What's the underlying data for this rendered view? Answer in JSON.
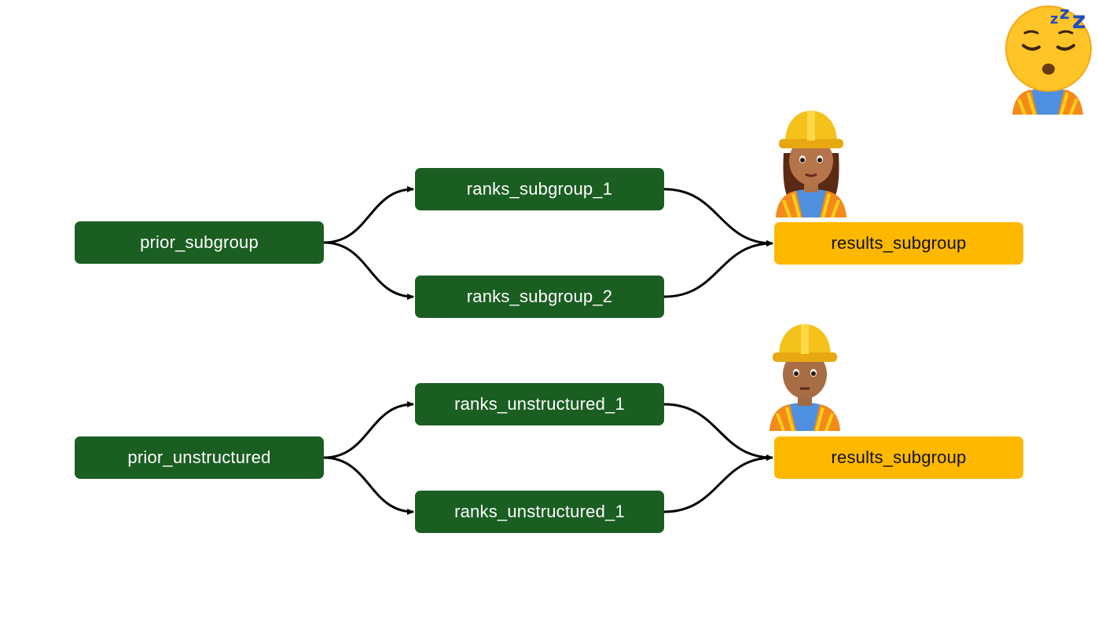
{
  "colors": {
    "node_green": "#1a5e22",
    "node_yellow": "#ffb800",
    "edge": "#000000"
  },
  "diagram": {
    "groups": [
      {
        "source": "prior_subgroup",
        "ranks": [
          "ranks_subgroup_1",
          "ranks_subgroup_2"
        ],
        "result": "results_subgroup",
        "worker_icon": "woman-construction-worker-icon"
      },
      {
        "source": "prior_unstructured",
        "ranks": [
          "ranks_unstructured_1",
          "ranks_unstructured_1"
        ],
        "result": "results_subgroup",
        "worker_icon": "man-construction-worker-icon"
      }
    ],
    "sleeping_worker_icon": "sleeping-construction-worker-icon"
  }
}
